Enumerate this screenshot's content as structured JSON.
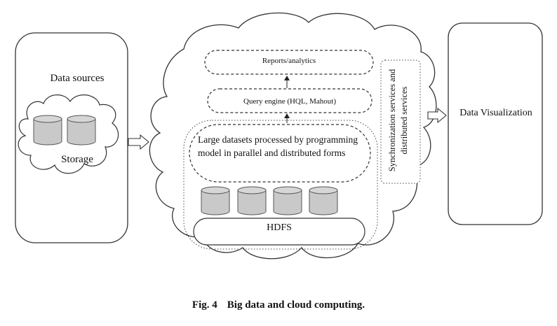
{
  "data_sources": {
    "title": "Data sources",
    "storage_label": "Storage"
  },
  "cloud": {
    "reports": "Reports/analytics",
    "query_engine": "Query engine (HQL, Mahout)",
    "processing": "Large datasets processed by programming model in parallel and distributed forms",
    "hdfs": "HDFS",
    "sync": "Synchronization services and distributed services"
  },
  "visualization": {
    "title": "Data Visualization"
  },
  "caption": {
    "number": "Fig. 4",
    "text": "Big data and cloud computing."
  },
  "colors": {
    "cylinder_fill": "#c9c9c9",
    "stroke": "#333333"
  }
}
